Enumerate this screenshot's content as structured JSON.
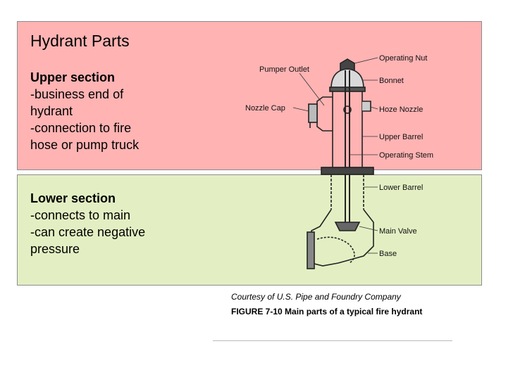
{
  "slide": {
    "title": "Hydrant Parts",
    "upper": {
      "heading": "Upper section",
      "lines": [
        "-business end of",
        "hydrant",
        "-connection to fire",
        "hose or pump truck"
      ]
    },
    "lower": {
      "heading": "Lower section",
      "lines": [
        "-connects to main",
        "-can create negative",
        "pressure"
      ]
    }
  },
  "diagram": {
    "labels": {
      "pumper_outlet": "Pumper Outlet",
      "nozzle_cap": "Nozzle Cap",
      "operating_nut": "Operating Nut",
      "bonnet": "Bonnet",
      "hoze_nozzle": "Hoze Nozzle",
      "upper_barrel": "Upper Barrel",
      "operating_stem": "Operating Stem",
      "lower_barrel": "Lower Barrel",
      "main_valve": "Main Valve",
      "base": "Base"
    },
    "credit": "Courtesy of U.S. Pipe and Foundry Company",
    "caption": "FIGURE 7-10  Main parts of a typical fire hydrant"
  }
}
